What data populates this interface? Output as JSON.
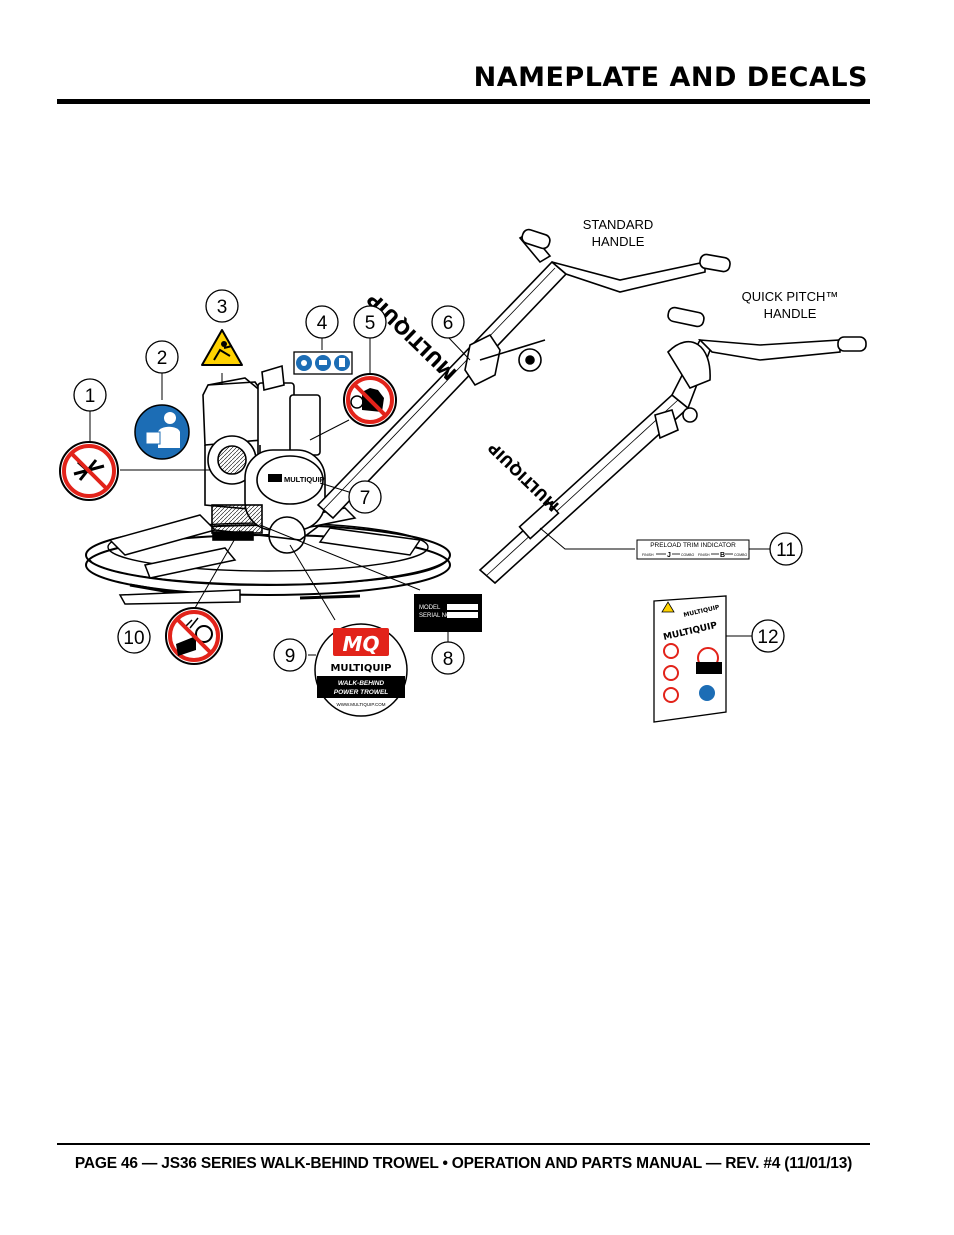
{
  "header": {
    "title": "NAMEPLATE AND DECALS"
  },
  "footer": {
    "text": "PAGE 46 — JS36 SERIES WALK-BEHIND TROWEL • OPERATION AND PARTS MANUAL — REV. #4 (11/01/13)"
  },
  "figure": {
    "handle_labels": {
      "standard_line1": "STANDARD",
      "standard_line2": "HANDLE",
      "quick_line1": "QUICK PITCH™",
      "quick_line2": "HANDLE"
    },
    "callouts": [
      "1",
      "2",
      "3",
      "4",
      "5",
      "6",
      "7",
      "8",
      "9",
      "10",
      "11",
      "12"
    ],
    "nameplate": {
      "model_label": "MODEL",
      "serial_label": "SERIAL NO."
    },
    "brand_decal": {
      "logo": "MQ",
      "brand": "MULTIQUIP",
      "line1": "WALK-BEHIND",
      "line2": "POWER TROWEL",
      "url": "WWW.MULTIQUIP.COM"
    },
    "shaft_brand": "MULTIQUIP",
    "engine_brand": "MULTIQUIP",
    "preload": {
      "title": "PRELOAD TRIM INDICATOR",
      "left_small1": "FINISH",
      "left_letter": "J",
      "left_small2": "COMBO",
      "right_small1": "FINISH",
      "right_letter": "B",
      "right_small2": "COMBO"
    },
    "decal_sheet": {
      "brand_top": "MULTIQUIP",
      "brand_main": "MULTIQUIP"
    }
  }
}
